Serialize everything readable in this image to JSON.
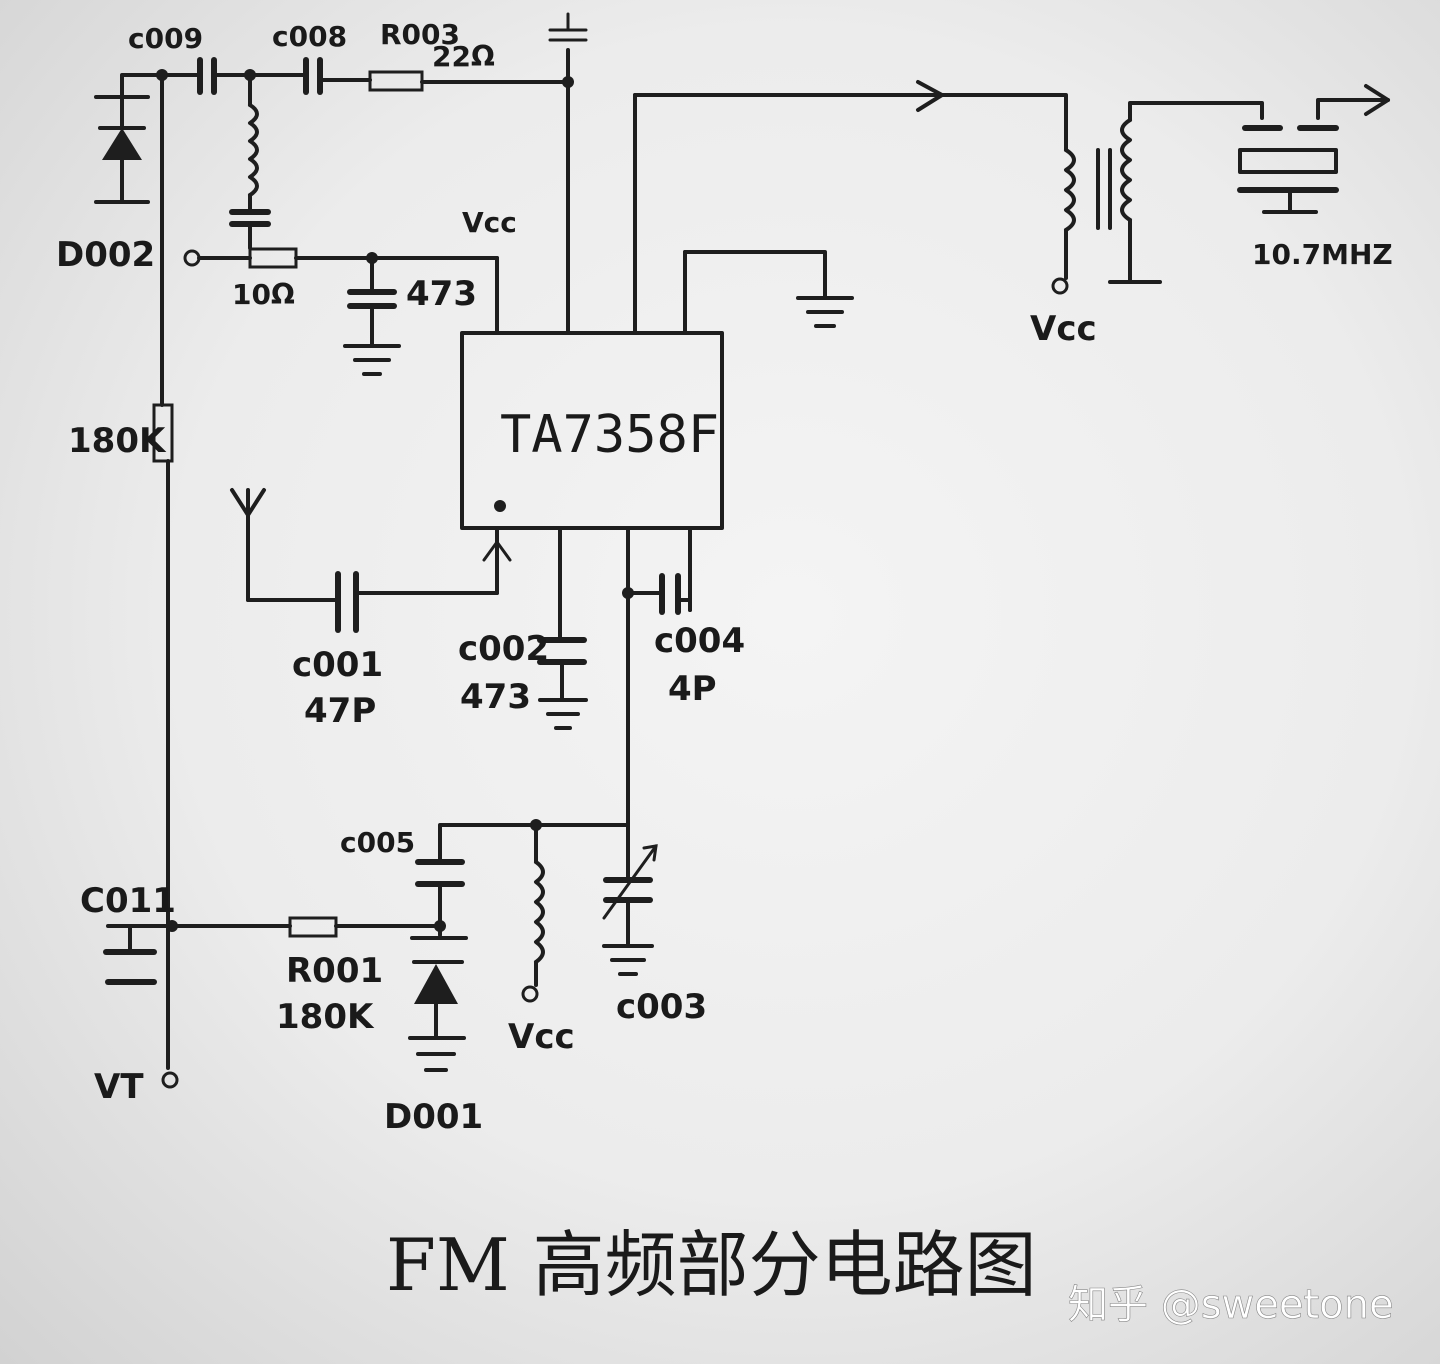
{
  "diagram": {
    "chip": "TA7358F",
    "title": "FM 高频部分电路图",
    "watermark": "知乎 @sweetone",
    "labels": {
      "c009": "c009",
      "c008": "c008",
      "r003": "R003",
      "r003_value": "22Ω",
      "d002": "D002",
      "r_10": "10Ω",
      "vcc_top": "Vcc",
      "cap_473_top": "473",
      "r_180k": "180K",
      "vcc_transformer": "Vcc",
      "freq": "10.7MHZ",
      "c001": "c001",
      "c001_value": "47P",
      "c002": "c002",
      "c002_value": "473",
      "c004": "c004",
      "c004_value": "4P",
      "c005": "c005",
      "c011": "C011",
      "r001": "R001",
      "r001_value": "180K",
      "vcc_coil": "Vcc",
      "c003": "c003",
      "vt": "VT",
      "d001": "D001"
    }
  }
}
